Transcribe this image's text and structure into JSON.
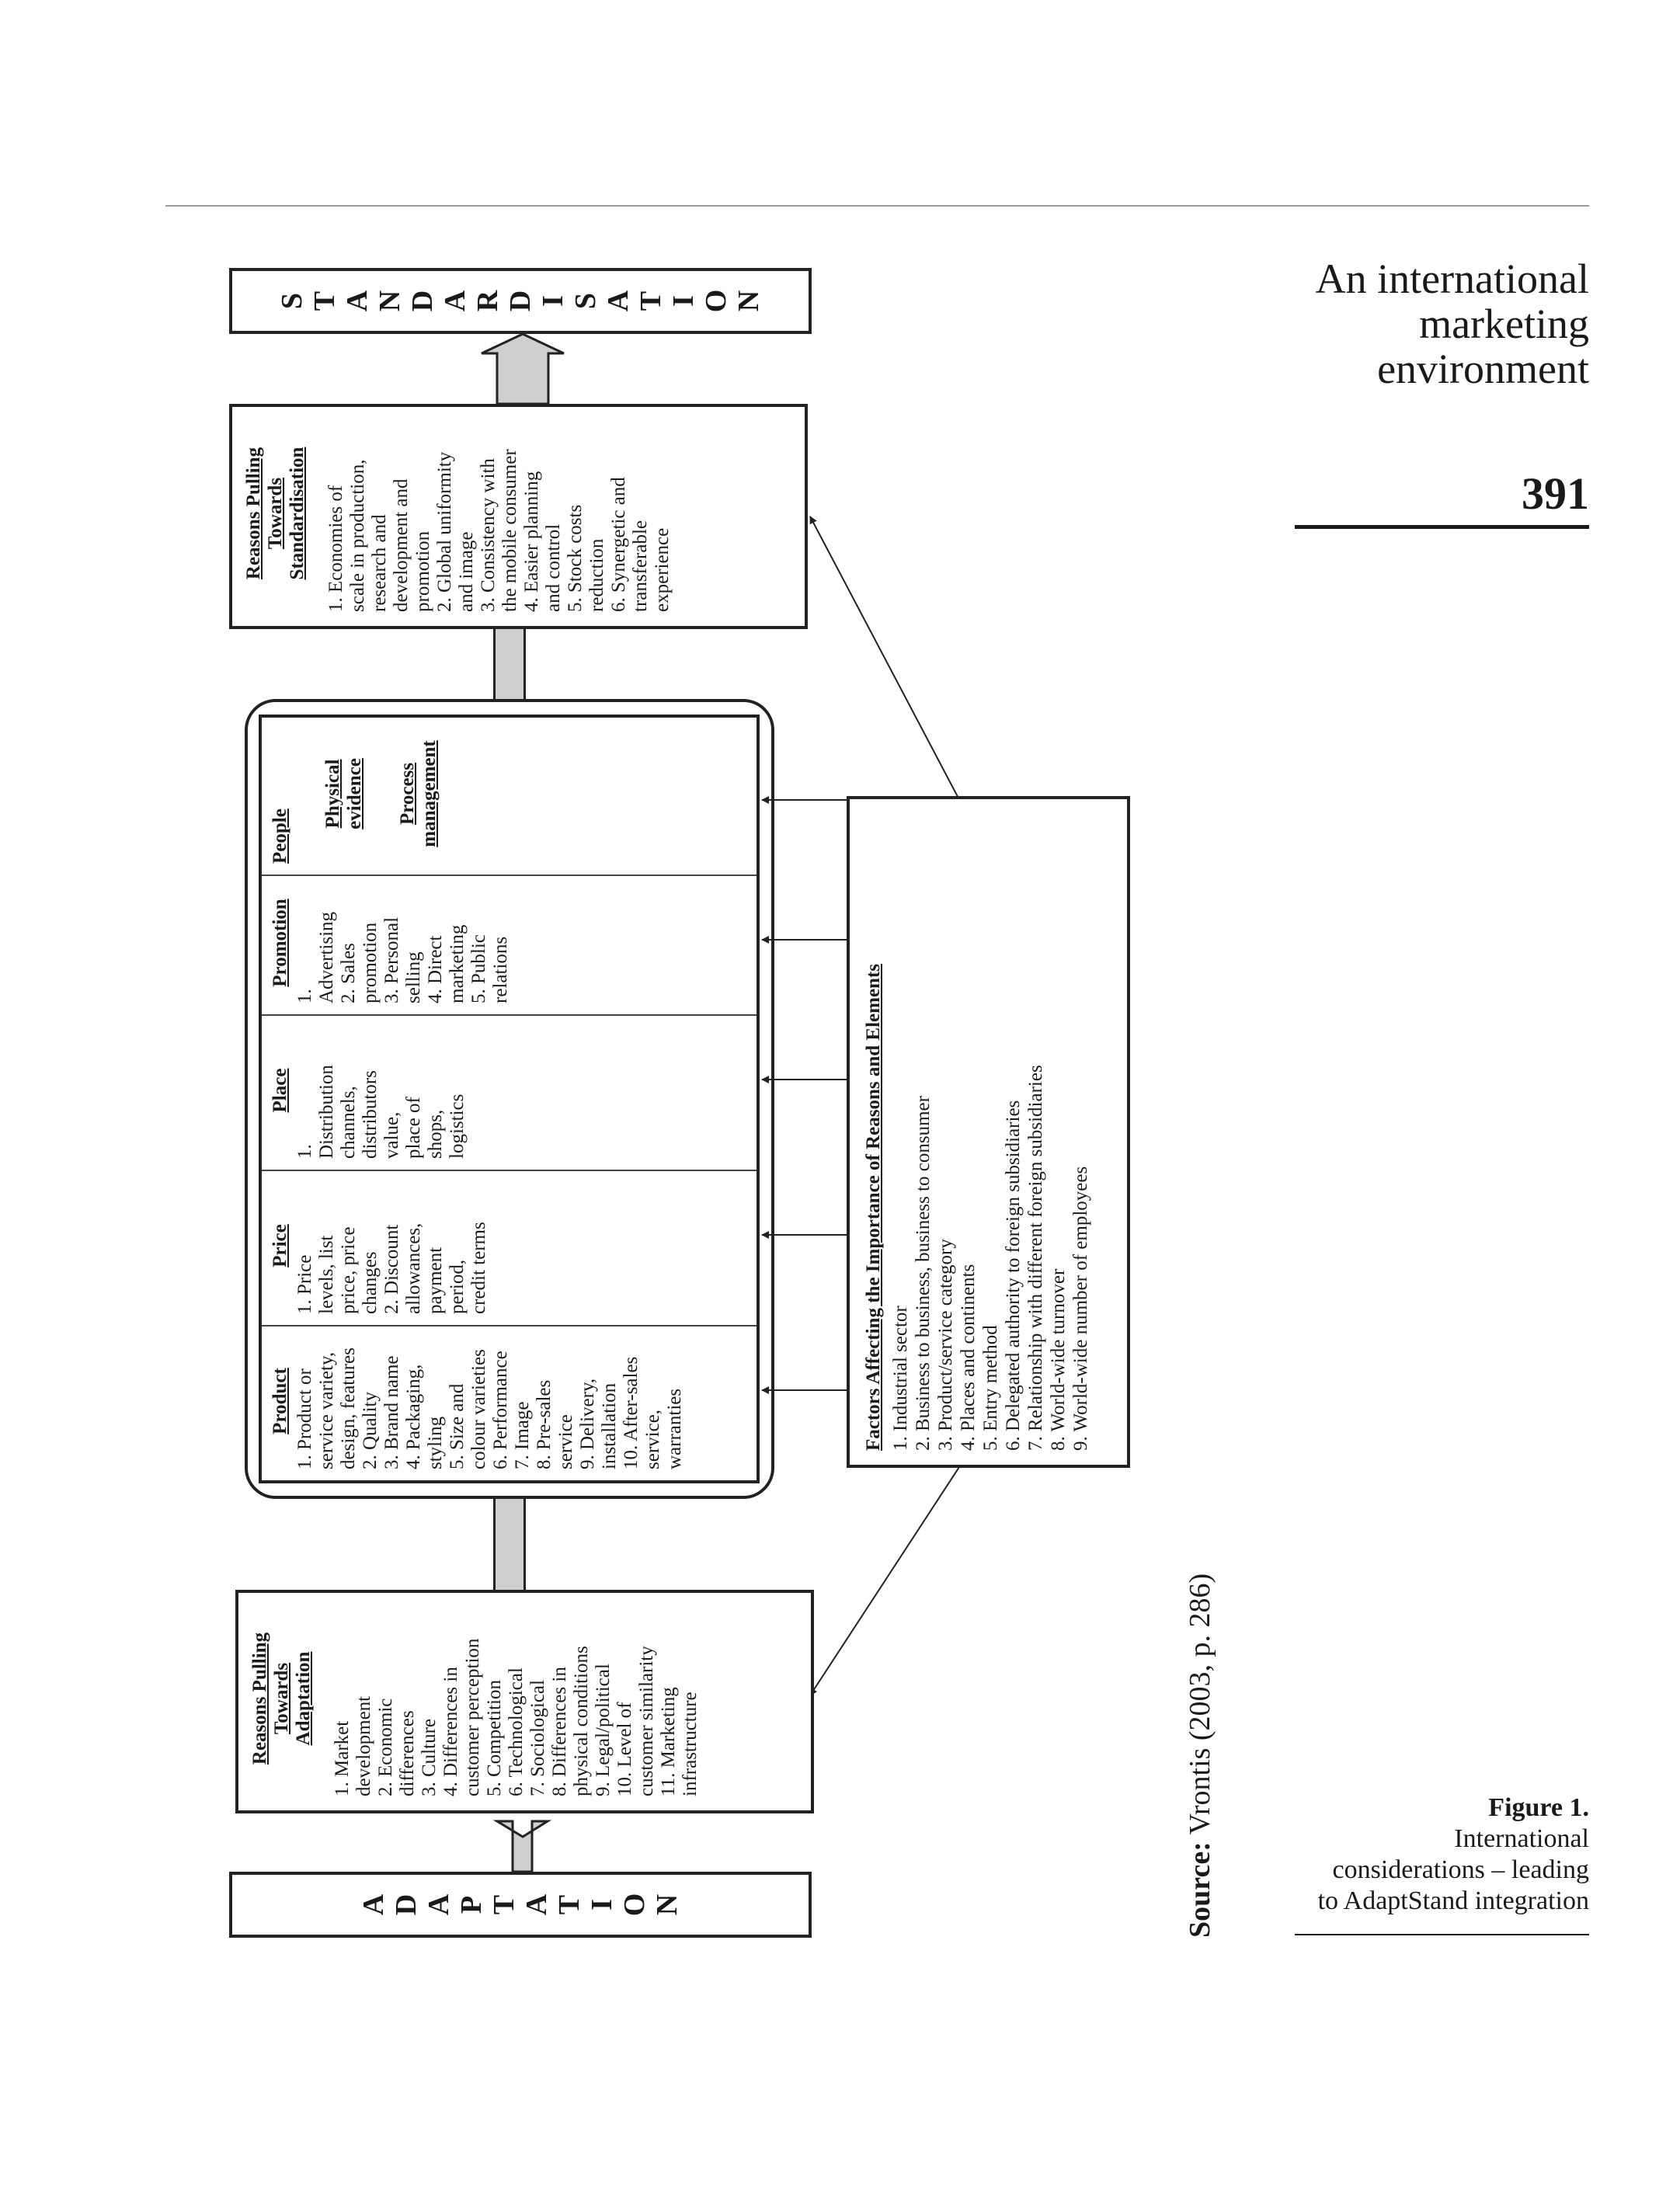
{
  "page": {
    "section_title_lines": [
      "An international",
      "marketing",
      "environment"
    ],
    "page_number": "391",
    "figure_label": "Figure 1.",
    "caption_lines": [
      "International",
      "considerations – leading",
      "to AdaptStand integration"
    ],
    "source_label": "Source:",
    "source_text": "Vrontis (2003, p. 286)"
  },
  "diagram": {
    "adaptation_letters": [
      "A",
      "D",
      "A",
      "P",
      "T",
      "A",
      "T",
      "I",
      "O",
      "N"
    ],
    "standardisation_letters": [
      "S",
      "T",
      "A",
      "N",
      "D",
      "A",
      "R",
      "D",
      "I",
      "S",
      "A",
      "T",
      "I",
      "O",
      "N"
    ],
    "reasons_adaptation": {
      "heading_lines": [
        "Reasons Pulling",
        "Towards",
        "Adaptation"
      ],
      "items": [
        "1.  Market",
        "development",
        "2.  Economic",
        "differences",
        "3.  Culture",
        "4.  Differences in",
        "customer perception",
        "5.  Competition",
        "6.  Technological",
        "7.  Sociological",
        "8.  Differences in",
        "physical conditions",
        "9.  Legal/political",
        "10. Level of",
        "customer similarity",
        "11. Marketing",
        "infrastructure"
      ]
    },
    "reasons_standardisation": {
      "heading_lines": [
        "Reasons Pulling",
        "Towards",
        "Standardisation"
      ],
      "items": [
        "1.  Economies of",
        "scale in production,",
        "research and",
        "development and",
        "promotion",
        "2.  Global uniformity",
        "and image",
        "3.  Consistency with",
        "the mobile consumer",
        "4.  Easier planning",
        "and control",
        "5.  Stock costs",
        "reduction",
        "6.  Synergetic and",
        "transferable",
        "experience"
      ]
    },
    "mix": {
      "product": {
        "heading": "Product",
        "items": [
          "1.  Product or",
          "service variety,",
          "design, features",
          "2.  Quality",
          "3.  Brand name",
          "4.  Packaging,",
          "styling",
          "5.  Size and",
          "colour varieties",
          "6.  Performance",
          "7.  Image",
          "8.  Pre-sales",
          "service",
          "9.  Delivery,",
          "installation",
          "10. After-sales",
          "service,",
          "warranties"
        ]
      },
      "price": {
        "heading": "Price",
        "items": [
          "1.  Price",
          "levels, list",
          "price, price",
          "changes",
          "2.  Discount",
          "allowances,",
          "payment",
          "period,",
          "credit terms"
        ]
      },
      "place": {
        "heading": "Place",
        "items": [
          "1.",
          "Distribution",
          "channels,",
          "distributors",
          "value,",
          "place of",
          "shops,",
          "logistics"
        ]
      },
      "promotion": {
        "heading": "Promotion",
        "items": [
          "1.",
          "Advertising",
          "2.  Sales",
          "promotion",
          "3.  Personal",
          "selling",
          "4.  Direct",
          "marketing",
          "5.  Public",
          "relations"
        ]
      },
      "people": {
        "heading": "People",
        "physical_lines": [
          "Physical",
          "evidence"
        ],
        "process_lines": [
          "Process",
          "management"
        ]
      }
    },
    "factors": {
      "heading": "Factors Affecting the Importance of Reasons and Elements",
      "items": [
        "1.  Industrial sector",
        "2.  Business to business, business to consumer",
        "3.  Product/service category",
        "4.  Places and continents",
        "5.  Entry method",
        "6.  Delegated authority to foreign subsidiaries",
        "7.  Relationship with different foreign subsidiaries",
        "8.  World-wide turnover",
        "9.  World-wide number of employees"
      ]
    }
  }
}
